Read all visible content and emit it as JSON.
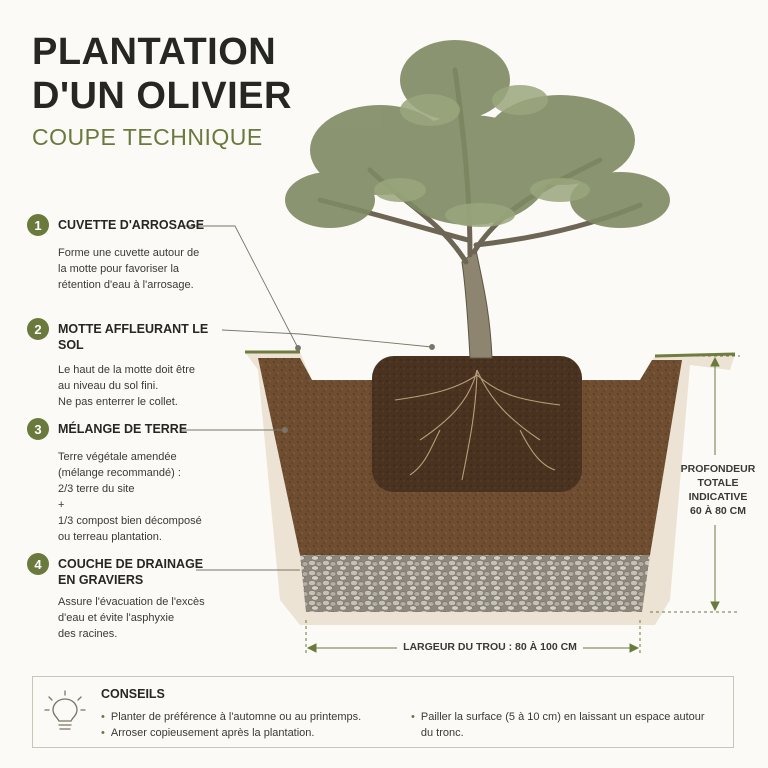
{
  "header": {
    "title_line1": "PLANTATION",
    "title_line2": "D'UN OLIVIER",
    "subtitle": "COUPE TECHNIQUE"
  },
  "steps": [
    {
      "number": "1",
      "title": "CUVETTE D'ARROSAGE",
      "lines": [
        "Forme une cuvette autour de",
        "la motte pour favoriser la",
        "rétention d'eau à l'arrosage."
      ]
    },
    {
      "number": "2",
      "title": "MOTTE AFFLEURANT LE SOL",
      "lines": [
        "Le haut de la motte doit être",
        "au niveau du sol fini.",
        "Ne pas enterrer le collet."
      ]
    },
    {
      "number": "3",
      "title": "MÉLANGE DE TERRE",
      "lines": [
        "Terre végétale amendée",
        "(mélange recommandé) :",
        "2/3 terre du site",
        "+",
        "1/3 compost bien décomposé",
        "ou terreau plantation."
      ]
    },
    {
      "number": "4",
      "title_line1": "COUCHE DE DRAINAGE",
      "title_line2": "EN GRAVIERS",
      "lines": [
        "Assure l'évacuation de l'excès",
        "d'eau et évite l'asphyxie",
        "des racines."
      ]
    }
  ],
  "dimensions": {
    "depth_line1": "PROFONDEUR",
    "depth_line2": "TOTALE",
    "depth_line3": "INDICATIVE",
    "depth_line4": "60 À 80 CM",
    "width": "LARGEUR DU TROU : 80 À 100 CM"
  },
  "tips": {
    "title": "CONSEILS",
    "items": [
      "Planter de préférence à l'automne ou au printemps.",
      "Arroser copieusement après la plantation.",
      "Pailler la surface (5 à 10 cm) en laissant un espace autour du tronc."
    ]
  },
  "colors": {
    "accent": "#6a7a3c",
    "soil": "#6b4a2e",
    "rootball": "#4a3220",
    "gravel": "#a8a399",
    "foliage": "#7e8a63"
  },
  "icons": [
    "lightbulb-icon"
  ]
}
